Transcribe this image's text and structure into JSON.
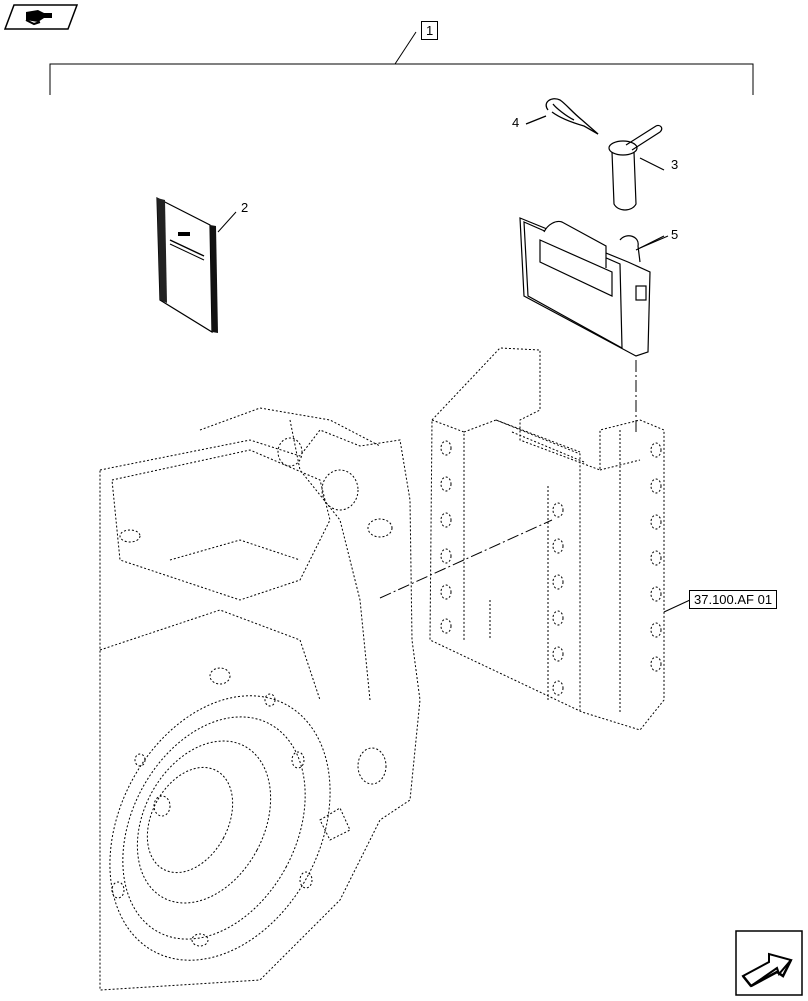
{
  "diagram": {
    "callouts": {
      "assembly": "1",
      "manual": "2",
      "pin": "3",
      "clip": "4",
      "hitch_block": "5"
    },
    "reference": "37.100.AF 01"
  },
  "navigation": {
    "previous_icon": "back-arrow-icon",
    "next_icon": "forward-arrow-icon"
  }
}
